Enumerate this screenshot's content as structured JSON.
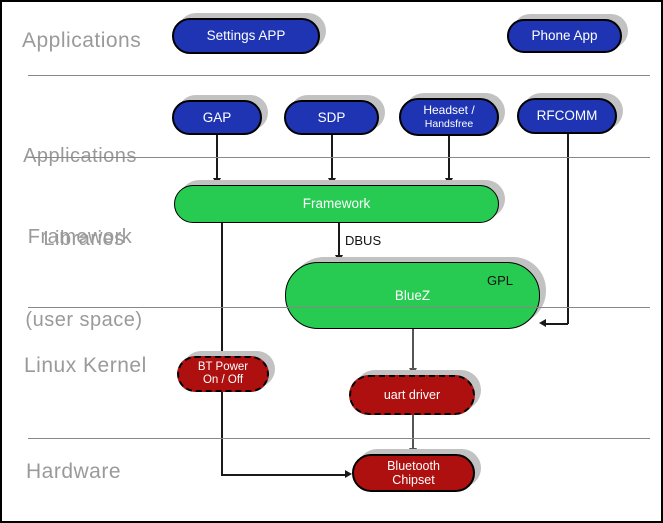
{
  "layers": [
    {
      "label": "Applications"
    },
    {
      "line1": "Applications",
      "line2": "Framework"
    },
    {
      "line1": "Libraries",
      "line2": "(user space)"
    },
    {
      "label": "Linux Kernel"
    },
    {
      "label": "Hardware"
    }
  ],
  "nodes": {
    "settings_app": {
      "label": "Settings APP"
    },
    "phone_app": {
      "label": "Phone App"
    },
    "gap": {
      "label": "GAP"
    },
    "sdp": {
      "label": "SDP"
    },
    "headset": {
      "line1": "Headset /",
      "line2": "Handsfree"
    },
    "rfcomm": {
      "label": "RFCOMM"
    },
    "framework": {
      "label": "Framework"
    },
    "bluez": {
      "label": "BlueZ",
      "badge": "GPL"
    },
    "bt_power": {
      "line1": "BT Power",
      "line2": "On / Off"
    },
    "uart_driver": {
      "label": "uart driver"
    },
    "bt_chipset": {
      "line1": "Bluetooth",
      "line2": "Chipset"
    }
  },
  "edges": {
    "dbus_label": "DBUS"
  },
  "colors": {
    "app_blue": "#1e34b2",
    "lib_green": "#28cb51",
    "kernel_red": "#ae1010",
    "label_gray": "#9a9a9a",
    "shadow_gray": "#c2c2c2",
    "line_gray": "#888888",
    "arrow_dark": "#1a1a1a",
    "arrow_gray": "#555555"
  }
}
